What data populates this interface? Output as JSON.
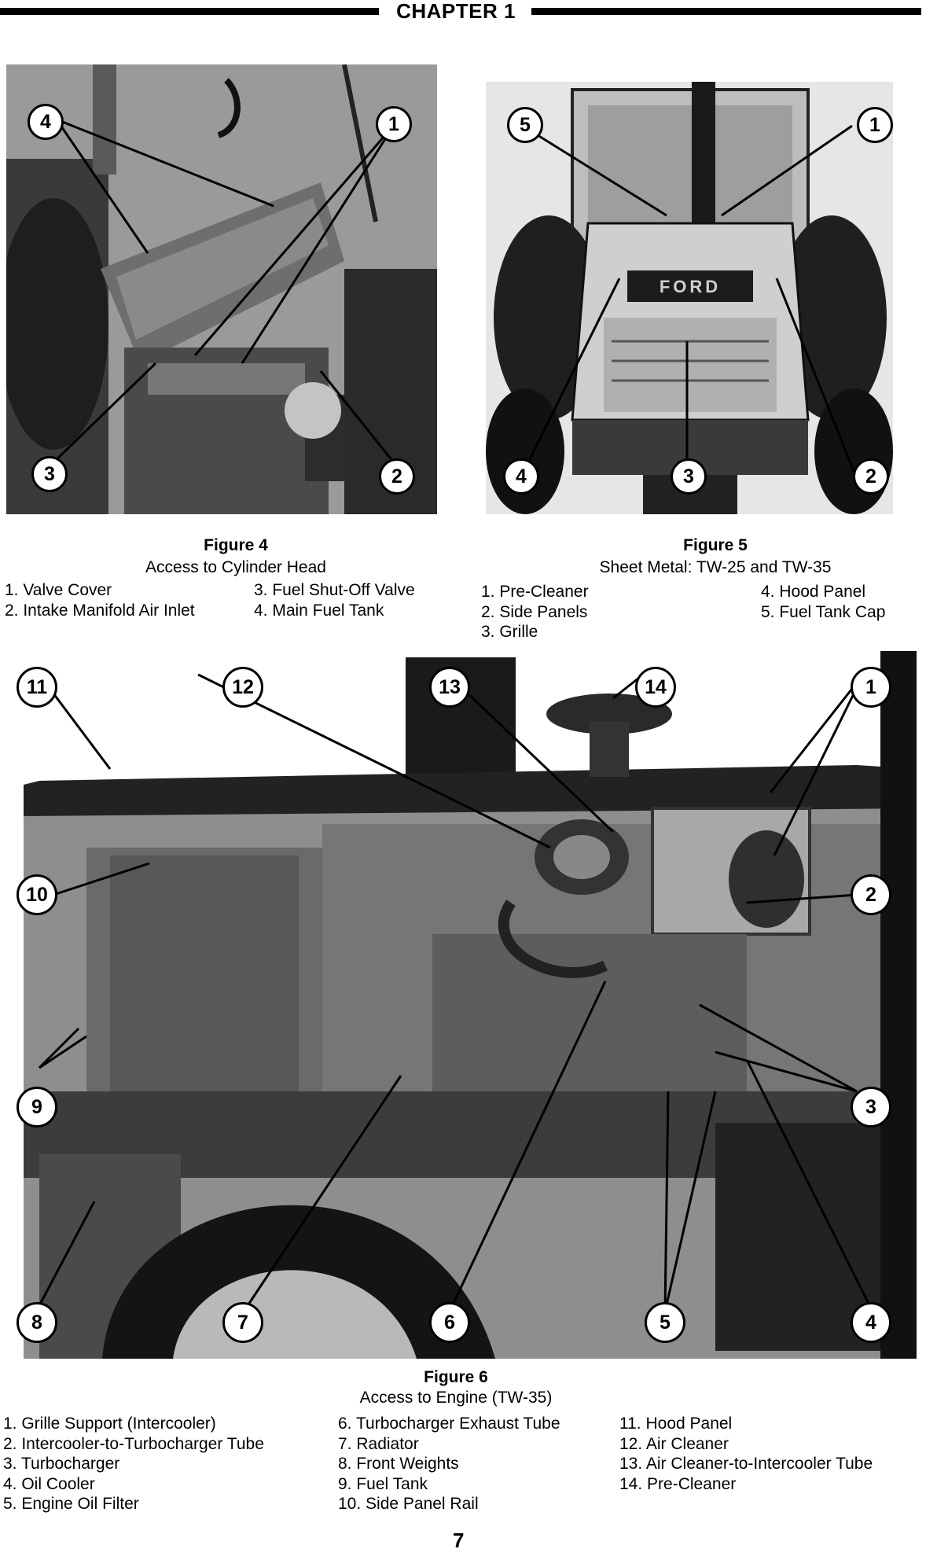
{
  "header": {
    "chapter_label": "CHAPTER 1"
  },
  "figure4": {
    "title": "Figure 4",
    "subtitle": "Access to Cylinder Head",
    "callouts": [
      "4",
      "1",
      "3",
      "2"
    ],
    "legend_col1": [
      "1. Valve Cover",
      "2. Intake Manifold Air Inlet"
    ],
    "legend_col2": [
      "3. Fuel Shut-Off Valve",
      "4. Main Fuel Tank"
    ]
  },
  "figure5": {
    "title": "Figure 5",
    "subtitle": "Sheet Metal: TW-25 and TW-35",
    "callouts": [
      "5",
      "1",
      "4",
      "3",
      "2"
    ],
    "badge_text": "FORD",
    "legend_col1": [
      "1. Pre-Cleaner",
      "2. Side Panels",
      "3. Grille"
    ],
    "legend_col2": [
      "4. Hood Panel",
      "5. Fuel Tank Cap"
    ]
  },
  "figure6": {
    "title": "Figure 6",
    "subtitle": "Access to Engine (TW-35)",
    "callouts": [
      "11",
      "12",
      "13",
      "14",
      "1",
      "10",
      "2",
      "9",
      "3",
      "8",
      "7",
      "6",
      "5",
      "4"
    ],
    "legend_col1": [
      "1. Grille Support (Intercooler)",
      "2. Intercooler-to-Turbocharger Tube",
      "3. Turbocharger",
      "4. Oil Cooler",
      "5. Engine Oil Filter"
    ],
    "legend_col2": [
      "6. Turbocharger Exhaust Tube",
      "7. Radiator",
      "8. Front Weights",
      "9. Fuel Tank",
      "10. Side Panel Rail"
    ],
    "legend_col3": [
      "11. Hood Panel",
      "12. Air Cleaner",
      "13. Air Cleaner-to-Intercooler Tube",
      "14. Pre-Cleaner"
    ]
  },
  "footer": {
    "page_number": "7"
  },
  "colors": {
    "ink": "#000000",
    "paper": "#ffffff",
    "photo_mid": "#8c8c8c",
    "photo_dark": "#2a2a2a"
  }
}
